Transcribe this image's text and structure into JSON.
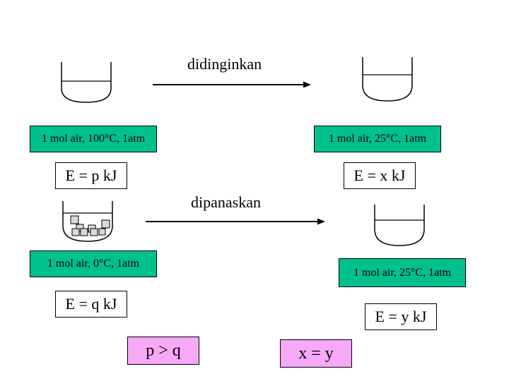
{
  "top": {
    "process_label": "didinginkan",
    "left_state": "1 mol air, 100°C, 1atm",
    "right_state": "1 mol air, 25°C, 1atm",
    "left_energy": "E = p kJ",
    "right_energy": "E = x kJ"
  },
  "bottom": {
    "process_label": "dipanaskan",
    "left_state": "1 mol air, 0°C, 1atm",
    "right_state": "1 mol air, 25°C, 1atm",
    "left_energy": "E = q kJ",
    "right_energy": "E = y kJ"
  },
  "results": {
    "left": "p > q",
    "right": "x = y"
  },
  "colors": {
    "state_box": "#00c08e",
    "result_box": "#f7a8f7"
  }
}
